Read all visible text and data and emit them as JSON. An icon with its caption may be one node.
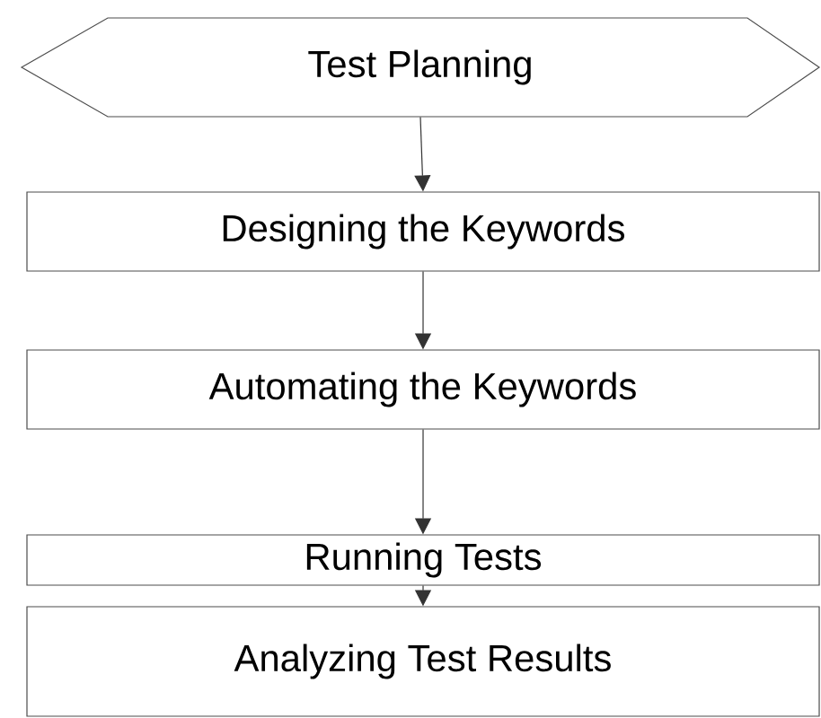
{
  "diagram": {
    "nodes": [
      {
        "text": [
          "Test Planning"
        ]
      },
      {
        "text": [
          "Designing the Keywords"
        ]
      },
      {
        "text": [
          "Automating the Keywords"
        ]
      },
      {
        "text": [
          "Running Tests"
        ]
      },
      {
        "text": [
          "Analyzing Test Results"
        ]
      }
    ],
    "edges": [
      {
        "from": 0,
        "to": 1,
        "arrow": "to"
      },
      {
        "from": 1,
        "to": 2,
        "arrow": "to"
      },
      {
        "from": 2,
        "to": 3,
        "arrow": "to"
      },
      {
        "from": 3,
        "to": 4,
        "arrow": "to"
      }
    ]
  }
}
